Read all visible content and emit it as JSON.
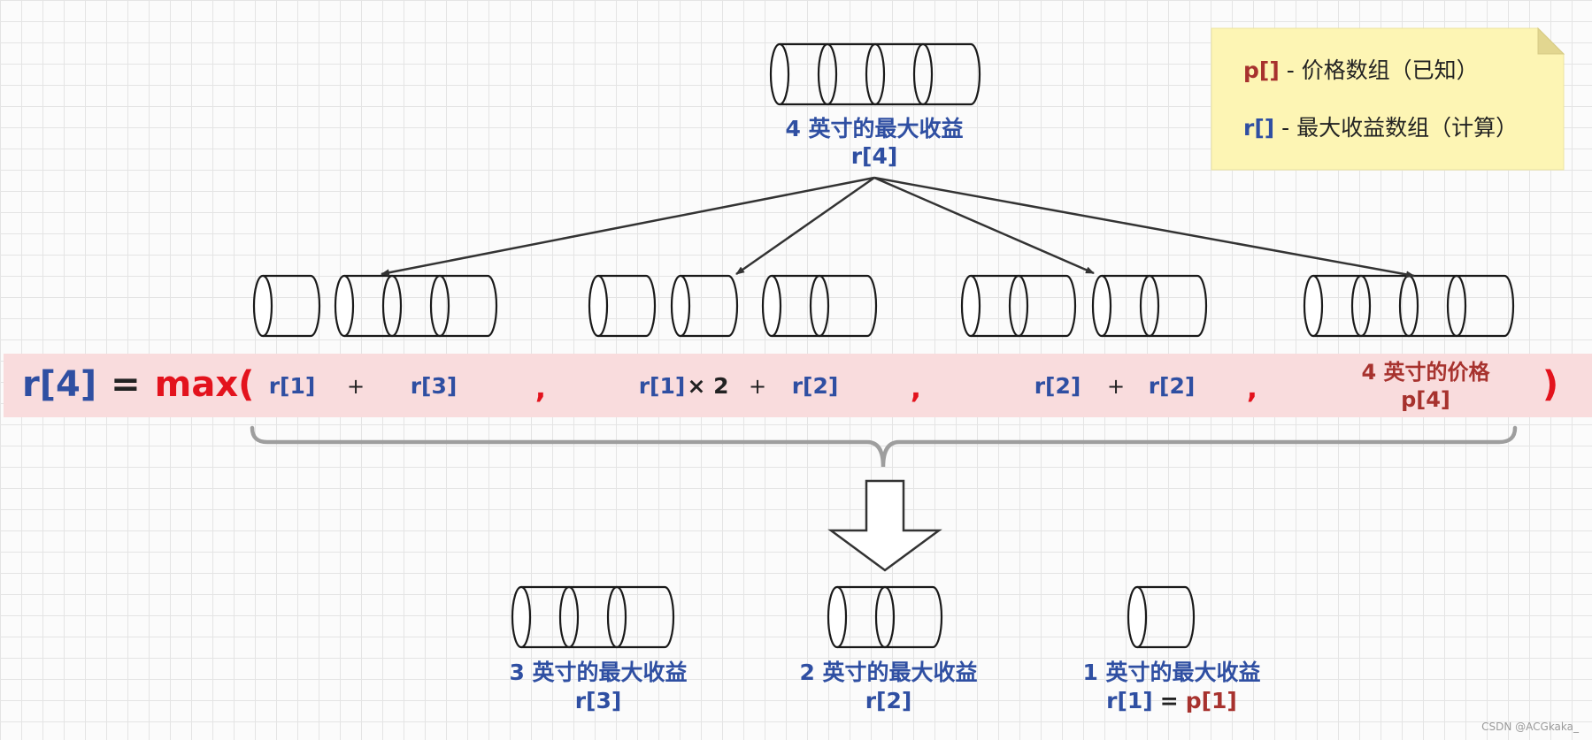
{
  "legend": {
    "p_symbol": "p[]",
    "p_desc": " - 价格数组（已知）",
    "r_symbol": "r[]",
    "r_desc": " - 最大收益数组（计算）"
  },
  "top": {
    "caption": "4 英寸的最大收益",
    "label": "r[4]"
  },
  "equation": {
    "lhs": "r[4]",
    "eq": "=",
    "max": "max(",
    "close": ")",
    "terms": [
      {
        "a": "r[1]",
        "op": "+",
        "b": "r[3]"
      },
      {
        "a": "r[1]",
        "times": "× 2",
        "op": "+",
        "b": "r[2]"
      },
      {
        "a": "r[2]",
        "op": "+",
        "b": "r[2]"
      },
      {
        "caption": "4 英寸的价格",
        "b": "p[4]"
      }
    ],
    "comma": ","
  },
  "bottom": [
    {
      "caption": "3 英寸的最大收益",
      "label": "r[3]"
    },
    {
      "caption": "2 英寸的最大收益",
      "label": "r[2]"
    },
    {
      "caption": "1 英寸的最大收益",
      "label_r": "r[1]",
      "eq": "=",
      "label_p": "p[1]"
    }
  ],
  "watermark": "CSDN @ACGkaka_",
  "colors": {
    "blue": "#2f4fa2",
    "red": "#e3131d",
    "dark_red": "#a7322e",
    "band": "#f9dcdd",
    "note": "#fdf5b4"
  }
}
